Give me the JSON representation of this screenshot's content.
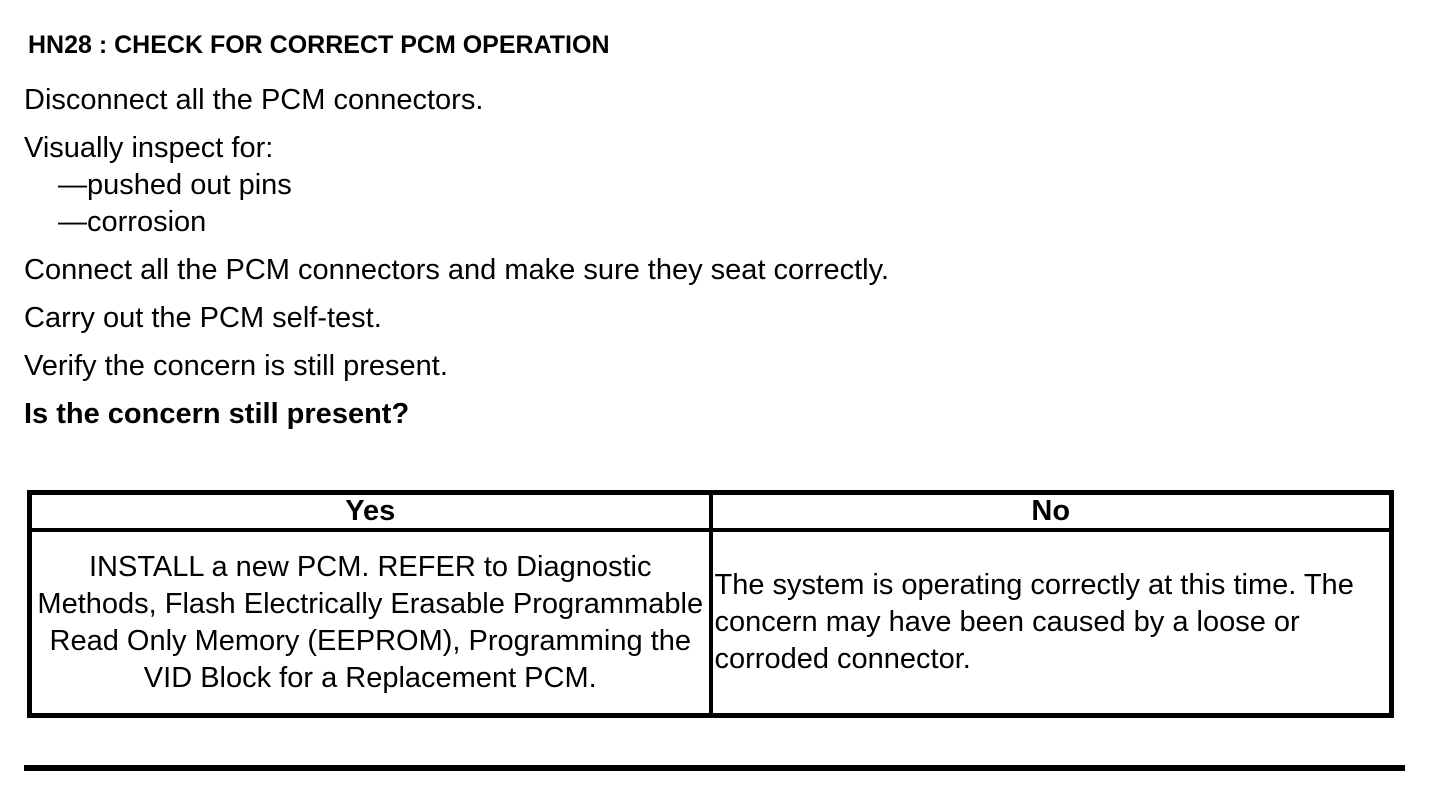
{
  "procedure": {
    "step_title": "HN28 : CHECK FOR CORRECT PCM OPERATION",
    "instructions": {
      "disconnect": "Disconnect all the PCM connectors.",
      "inspect_intro": "Visually inspect for:",
      "inspect_items": [
        "—pushed out pins",
        "—corrosion"
      ],
      "connect": "Connect all the PCM connectors and make sure they seat correctly.",
      "self_test": "Carry out the PCM self-test.",
      "verify": "Verify the concern is still present."
    },
    "question": "Is the concern still present?"
  },
  "decision_table": {
    "yes_header": "Yes",
    "no_header": "No",
    "yes_action": "INSTALL a new PCM. REFER to Diagnostic Methods, Flash Electrically Erasable Programmable Read Only Memory (EEPROM), Programming the VID Block for a Replacement PCM.",
    "no_action": "The system is operating correctly at this time. The concern may have been caused by a loose or corroded connector."
  },
  "colors": {
    "text": "#000000",
    "background": "#ffffff",
    "border": "#000000"
  }
}
